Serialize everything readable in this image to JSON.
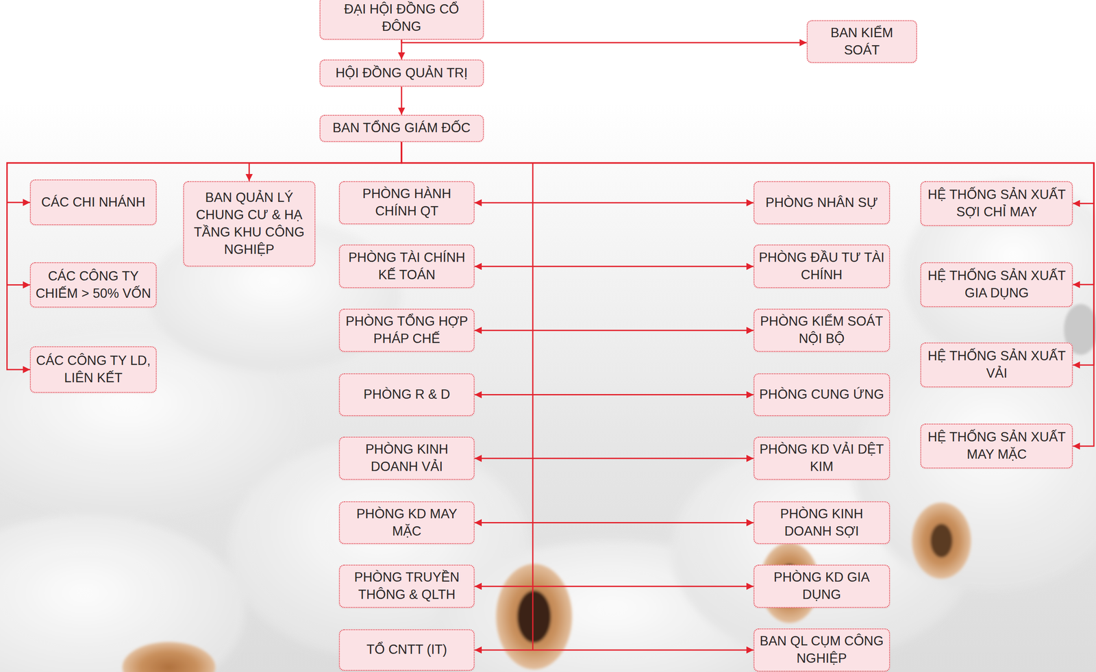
{
  "diagram": {
    "nodes": [
      {
        "text": [
          "ĐẠI HỘI ĐỒNG CỔ ĐÔNG"
        ]
      },
      {
        "text": [
          "BAN KIỂM SOÁT"
        ]
      },
      {
        "text": [
          "HỘI ĐỒNG QUẢN TRỊ"
        ]
      },
      {
        "text": [
          "BAN TỔNG GIÁM ĐỐC"
        ]
      },
      {
        "text": [
          "CÁC CHI NHÁNH"
        ]
      },
      {
        "text": [
          "CÁC CÔNG TY CHIẾM > 50% VỐN"
        ]
      },
      {
        "text": [
          "CÁC CÔNG TY LD, LIÊN KẾT"
        ]
      },
      {
        "text": [
          "BAN QUẢN LÝ CHUNG CƯ & HẠ TẦNG KHU CÔNG NGHIỆP"
        ]
      },
      {
        "text": [
          "PHÒNG HÀNH CHÍNH QT"
        ]
      },
      {
        "text": [
          "PHÒNG NHÂN SỰ"
        ]
      },
      {
        "text": [
          "PHÒNG TÀI CHÍNH KẾ TOÁN"
        ]
      },
      {
        "text": [
          "PHÒNG ĐẦU TƯ TÀI CHÍNH"
        ]
      },
      {
        "text": [
          "PHÒNG TỔNG HỢP PHÁP CHẾ"
        ]
      },
      {
        "text": [
          "PHÒNG KIỂM SOÁT NỘI BỘ"
        ]
      },
      {
        "text": [
          "PHÒNG R & D"
        ]
      },
      {
        "text": [
          "PHÒNG CUNG ỨNG"
        ]
      },
      {
        "text": [
          "PHÒNG KINH DOANH VẢI"
        ]
      },
      {
        "text": [
          "PHÒNG KD VẢI DỆT KIM"
        ]
      },
      {
        "text": [
          "PHÒNG KD MAY MẶC"
        ]
      },
      {
        "text": [
          "PHÒNG KINH DOANH SỢI"
        ]
      },
      {
        "text": [
          "PHÒNG TRUYỀN THÔNG & QLTH"
        ]
      },
      {
        "text": [
          "PHÒNG KD GIA DỤNG"
        ]
      },
      {
        "text": [
          "TỔ CNTT (IT)"
        ]
      },
      {
        "text": [
          "BAN QL CỤM CÔNG NGHIỆP"
        ]
      },
      {
        "text": [
          "HỆ THỐNG SẢN XUẤT SỢI CHỈ MAY"
        ]
      },
      {
        "text": [
          "HỆ THỐNG SẢN XUẤT GIA DỤNG"
        ]
      },
      {
        "text": [
          "HỆ THỐNG SẢN XUẤT VẢI"
        ]
      },
      {
        "text": [
          "HỆ THỐNG SẢN XUẤT MAY MẶC"
        ]
      }
    ],
    "edges": [
      {
        "from": 0,
        "to": 2,
        "arrow": "to"
      },
      {
        "from": 0,
        "to": 1,
        "arrow": "to"
      },
      {
        "from": 2,
        "to": 3,
        "arrow": "to"
      },
      {
        "from": 3,
        "to": 4,
        "arrow": "to"
      },
      {
        "from": 3,
        "to": 5,
        "arrow": "to"
      },
      {
        "from": 3,
        "to": 6,
        "arrow": "to"
      },
      {
        "from": 3,
        "to": 7,
        "arrow": "to"
      },
      {
        "from": 3,
        "to": 24,
        "arrow": "to"
      },
      {
        "from": 3,
        "to": 25,
        "arrow": "to"
      },
      {
        "from": 3,
        "to": 26,
        "arrow": "to"
      },
      {
        "from": 3,
        "to": 27,
        "arrow": "to"
      },
      {
        "from": 8,
        "to": 9,
        "arrow": "both"
      },
      {
        "from": 10,
        "to": 11,
        "arrow": "both"
      },
      {
        "from": 12,
        "to": 13,
        "arrow": "both"
      },
      {
        "from": 14,
        "to": 15,
        "arrow": "both"
      },
      {
        "from": 16,
        "to": 17,
        "arrow": "both"
      },
      {
        "from": 18,
        "to": 19,
        "arrow": "both"
      },
      {
        "from": 20,
        "to": 21,
        "arrow": "both"
      },
      {
        "from": 22,
        "to": 23,
        "arrow": "both"
      }
    ]
  }
}
